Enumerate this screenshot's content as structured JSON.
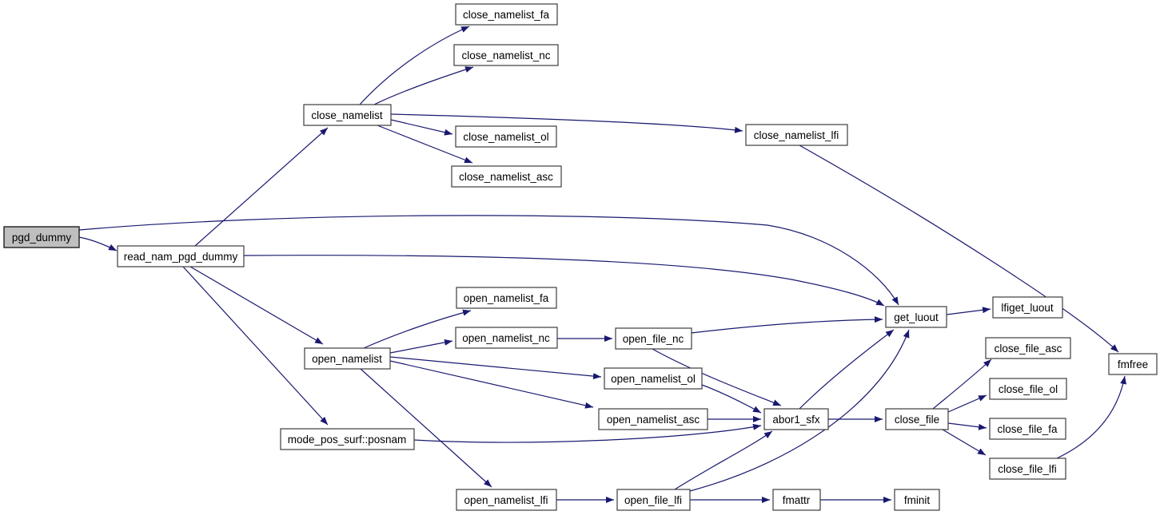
{
  "graph": {
    "type": "call-graph",
    "colors": {
      "edge": "#191970",
      "node_border": "#3d3d3d",
      "node_fill": "#ffffff",
      "highlight_fill": "#bfbfbf",
      "text": "#000000",
      "background": "#ffffff"
    },
    "nodes": [
      {
        "id": "pgd_dummy",
        "label": "pgd_dummy",
        "highlighted": true
      },
      {
        "id": "read_nam_pgd_dummy",
        "label": "read_nam_pgd_dummy",
        "highlighted": false
      },
      {
        "id": "close_namelist",
        "label": "close_namelist",
        "highlighted": false
      },
      {
        "id": "close_namelist_fa",
        "label": "close_namelist_fa",
        "highlighted": false
      },
      {
        "id": "close_namelist_nc",
        "label": "close_namelist_nc",
        "highlighted": false
      },
      {
        "id": "close_namelist_ol",
        "label": "close_namelist_ol",
        "highlighted": false
      },
      {
        "id": "close_namelist_asc",
        "label": "close_namelist_asc",
        "highlighted": false
      },
      {
        "id": "close_namelist_lfi",
        "label": "close_namelist_lfi",
        "highlighted": false
      },
      {
        "id": "open_namelist",
        "label": "open_namelist",
        "highlighted": false
      },
      {
        "id": "open_namelist_fa",
        "label": "open_namelist_fa",
        "highlighted": false
      },
      {
        "id": "open_namelist_nc",
        "label": "open_namelist_nc",
        "highlighted": false
      },
      {
        "id": "open_file_nc",
        "label": "open_file_nc",
        "highlighted": false
      },
      {
        "id": "open_namelist_ol",
        "label": "open_namelist_ol",
        "highlighted": false
      },
      {
        "id": "open_namelist_asc",
        "label": "open_namelist_asc",
        "highlighted": false
      },
      {
        "id": "open_namelist_lfi",
        "label": "open_namelist_lfi",
        "highlighted": false
      },
      {
        "id": "open_file_lfi",
        "label": "open_file_lfi",
        "highlighted": false
      },
      {
        "id": "mode_pos_surf::posnam",
        "label": "mode_pos_surf::posnam",
        "highlighted": false
      },
      {
        "id": "abor1_sfx",
        "label": "abor1_sfx",
        "highlighted": false
      },
      {
        "id": "fmattr",
        "label": "fmattr",
        "highlighted": false
      },
      {
        "id": "fminit",
        "label": "fminit",
        "highlighted": false
      },
      {
        "id": "get_luout",
        "label": "get_luout",
        "highlighted": false
      },
      {
        "id": "lfiget_luout",
        "label": "lfiget_luout",
        "highlighted": false
      },
      {
        "id": "close_file",
        "label": "close_file",
        "highlighted": false
      },
      {
        "id": "close_file_asc",
        "label": "close_file_asc",
        "highlighted": false
      },
      {
        "id": "close_file_ol",
        "label": "close_file_ol",
        "highlighted": false
      },
      {
        "id": "close_file_fa",
        "label": "close_file_fa",
        "highlighted": false
      },
      {
        "id": "close_file_lfi",
        "label": "close_file_lfi",
        "highlighted": false
      },
      {
        "id": "fmfree",
        "label": "fmfree",
        "highlighted": false
      }
    ],
    "edges": [
      {
        "from": "pgd_dummy",
        "to": "read_nam_pgd_dummy"
      },
      {
        "from": "pgd_dummy",
        "to": "get_luout"
      },
      {
        "from": "read_nam_pgd_dummy",
        "to": "close_namelist"
      },
      {
        "from": "read_nam_pgd_dummy",
        "to": "get_luout"
      },
      {
        "from": "read_nam_pgd_dummy",
        "to": "open_namelist"
      },
      {
        "from": "read_nam_pgd_dummy",
        "to": "mode_pos_surf::posnam"
      },
      {
        "from": "close_namelist",
        "to": "close_namelist_fa"
      },
      {
        "from": "close_namelist",
        "to": "close_namelist_nc"
      },
      {
        "from": "close_namelist",
        "to": "close_namelist_ol"
      },
      {
        "from": "close_namelist",
        "to": "close_namelist_asc"
      },
      {
        "from": "close_namelist",
        "to": "close_namelist_lfi"
      },
      {
        "from": "close_namelist_lfi",
        "to": "fmfree"
      },
      {
        "from": "open_namelist",
        "to": "open_namelist_fa"
      },
      {
        "from": "open_namelist",
        "to": "open_namelist_nc"
      },
      {
        "from": "open_namelist",
        "to": "open_namelist_ol"
      },
      {
        "from": "open_namelist",
        "to": "open_namelist_asc"
      },
      {
        "from": "open_namelist",
        "to": "open_namelist_lfi"
      },
      {
        "from": "open_namelist_nc",
        "to": "open_file_nc"
      },
      {
        "from": "open_file_nc",
        "to": "get_luout"
      },
      {
        "from": "open_file_nc",
        "to": "abor1_sfx"
      },
      {
        "from": "open_namelist_ol",
        "to": "abor1_sfx"
      },
      {
        "from": "open_namelist_asc",
        "to": "abor1_sfx"
      },
      {
        "from": "mode_pos_surf::posnam",
        "to": "abor1_sfx"
      },
      {
        "from": "open_namelist_lfi",
        "to": "open_file_lfi"
      },
      {
        "from": "open_file_lfi",
        "to": "fmattr"
      },
      {
        "from": "open_file_lfi",
        "to": "abor1_sfx"
      },
      {
        "from": "open_file_lfi",
        "to": "get_luout"
      },
      {
        "from": "fmattr",
        "to": "fminit"
      },
      {
        "from": "abor1_sfx",
        "to": "get_luout"
      },
      {
        "from": "abor1_sfx",
        "to": "close_file"
      },
      {
        "from": "close_file",
        "to": "close_file_asc"
      },
      {
        "from": "close_file",
        "to": "close_file_ol"
      },
      {
        "from": "close_file",
        "to": "close_file_fa"
      },
      {
        "from": "close_file",
        "to": "close_file_lfi"
      },
      {
        "from": "close_file_lfi",
        "to": "fmfree"
      },
      {
        "from": "get_luout",
        "to": "lfiget_luout"
      }
    ]
  }
}
